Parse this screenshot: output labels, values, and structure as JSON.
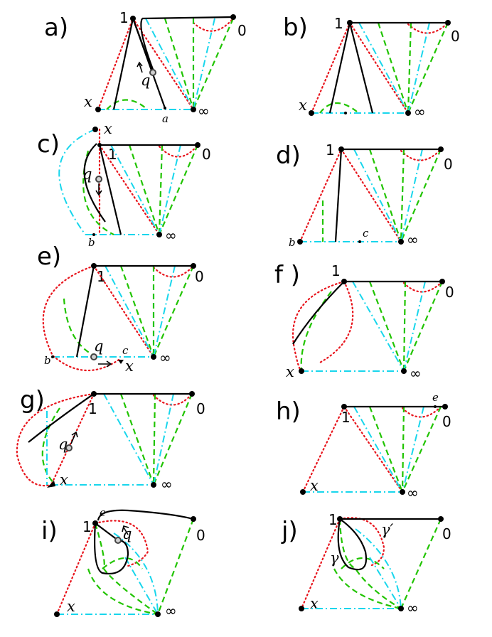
{
  "labels": {
    "one": "1",
    "zero": "0",
    "infinity": "∞",
    "x": "x",
    "q": "q",
    "a": "a",
    "b": "b",
    "c": "c",
    "e": "e",
    "gamma": "γ",
    "gamma_prime": "γ′"
  },
  "panels": [
    {
      "id": "a",
      "label": "a)"
    },
    {
      "id": "b",
      "label": "b)"
    },
    {
      "id": "c",
      "label": "c)"
    },
    {
      "id": "d",
      "label": "d)"
    },
    {
      "id": "e",
      "label": "e)"
    },
    {
      "id": "f",
      "label": "f )"
    },
    {
      "id": "g",
      "label": "g)"
    },
    {
      "id": "h",
      "label": "h)"
    },
    {
      "id": "i",
      "label": "i)"
    },
    {
      "id": "j",
      "label": "j)"
    }
  ],
  "colors": {
    "solid": "#000000",
    "red_dotted": "#e8141c",
    "green_dashed": "#21c400",
    "cyan_dashdot": "#18d6ec"
  }
}
